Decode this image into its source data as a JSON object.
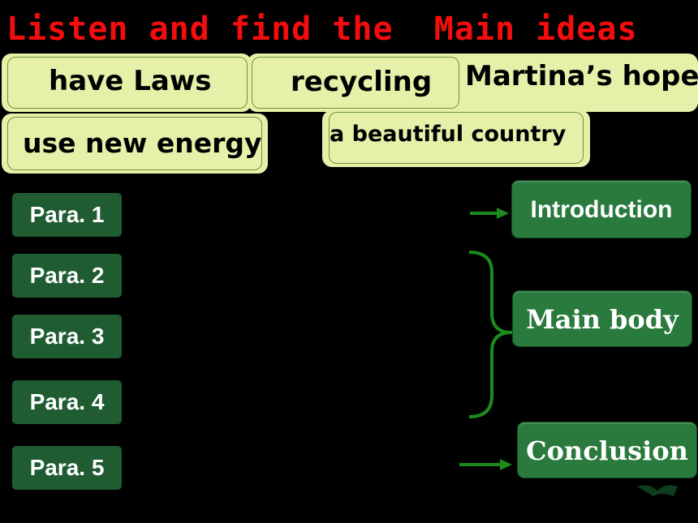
{
  "title": "Listen and find the  Main ideas",
  "ideas": [
    {
      "id": "laws",
      "label": "have Laws"
    },
    {
      "id": "recycling",
      "label": "recycling"
    },
    {
      "id": "hope",
      "label": "Martina’s hope"
    },
    {
      "id": "energy",
      "label": "use new energy"
    },
    {
      "id": "country",
      "label": "a beautiful country"
    }
  ],
  "paragraphs": [
    "Para. 1",
    "Para. 2",
    "Para. 3",
    "Para. 4",
    "Para. 5"
  ],
  "sections": {
    "intro": "Introduction",
    "body": "Main body",
    "conclusion": "Conclusion"
  },
  "colors": {
    "title": "#f50d0d",
    "card": "#e6f0a9",
    "para": "#1f5c32",
    "section": "#2a7a3e",
    "arrow": "#1c8a1c"
  }
}
